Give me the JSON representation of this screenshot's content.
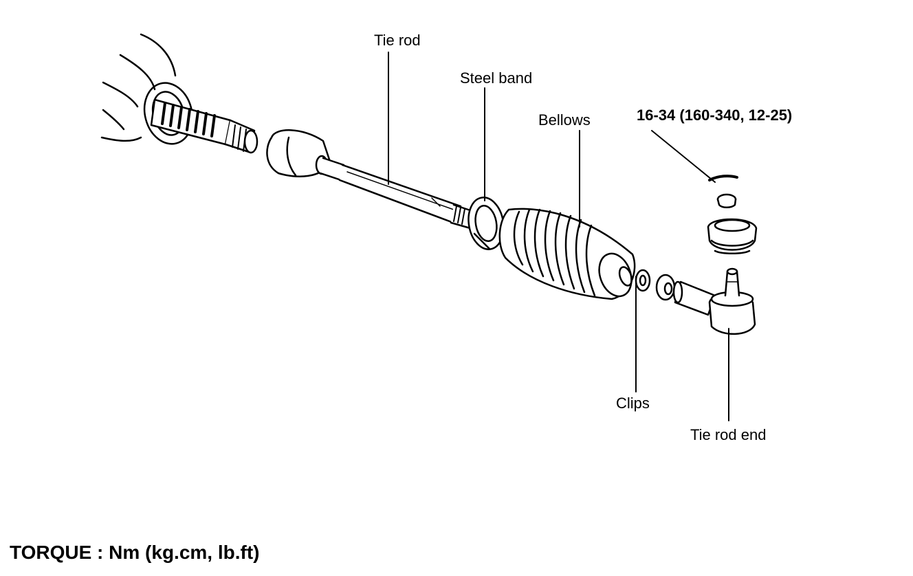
{
  "labels": {
    "tie_rod": "Tie rod",
    "steel_band": "Steel band",
    "bellows": "Bellows",
    "torque_spec": "16-34 (160-340, 12-25)",
    "clips": "Clips",
    "tie_rod_end": "Tie rod end"
  },
  "footer": {
    "torque_units": "TORQUE : Nm (kg.cm, lb.ft)"
  }
}
